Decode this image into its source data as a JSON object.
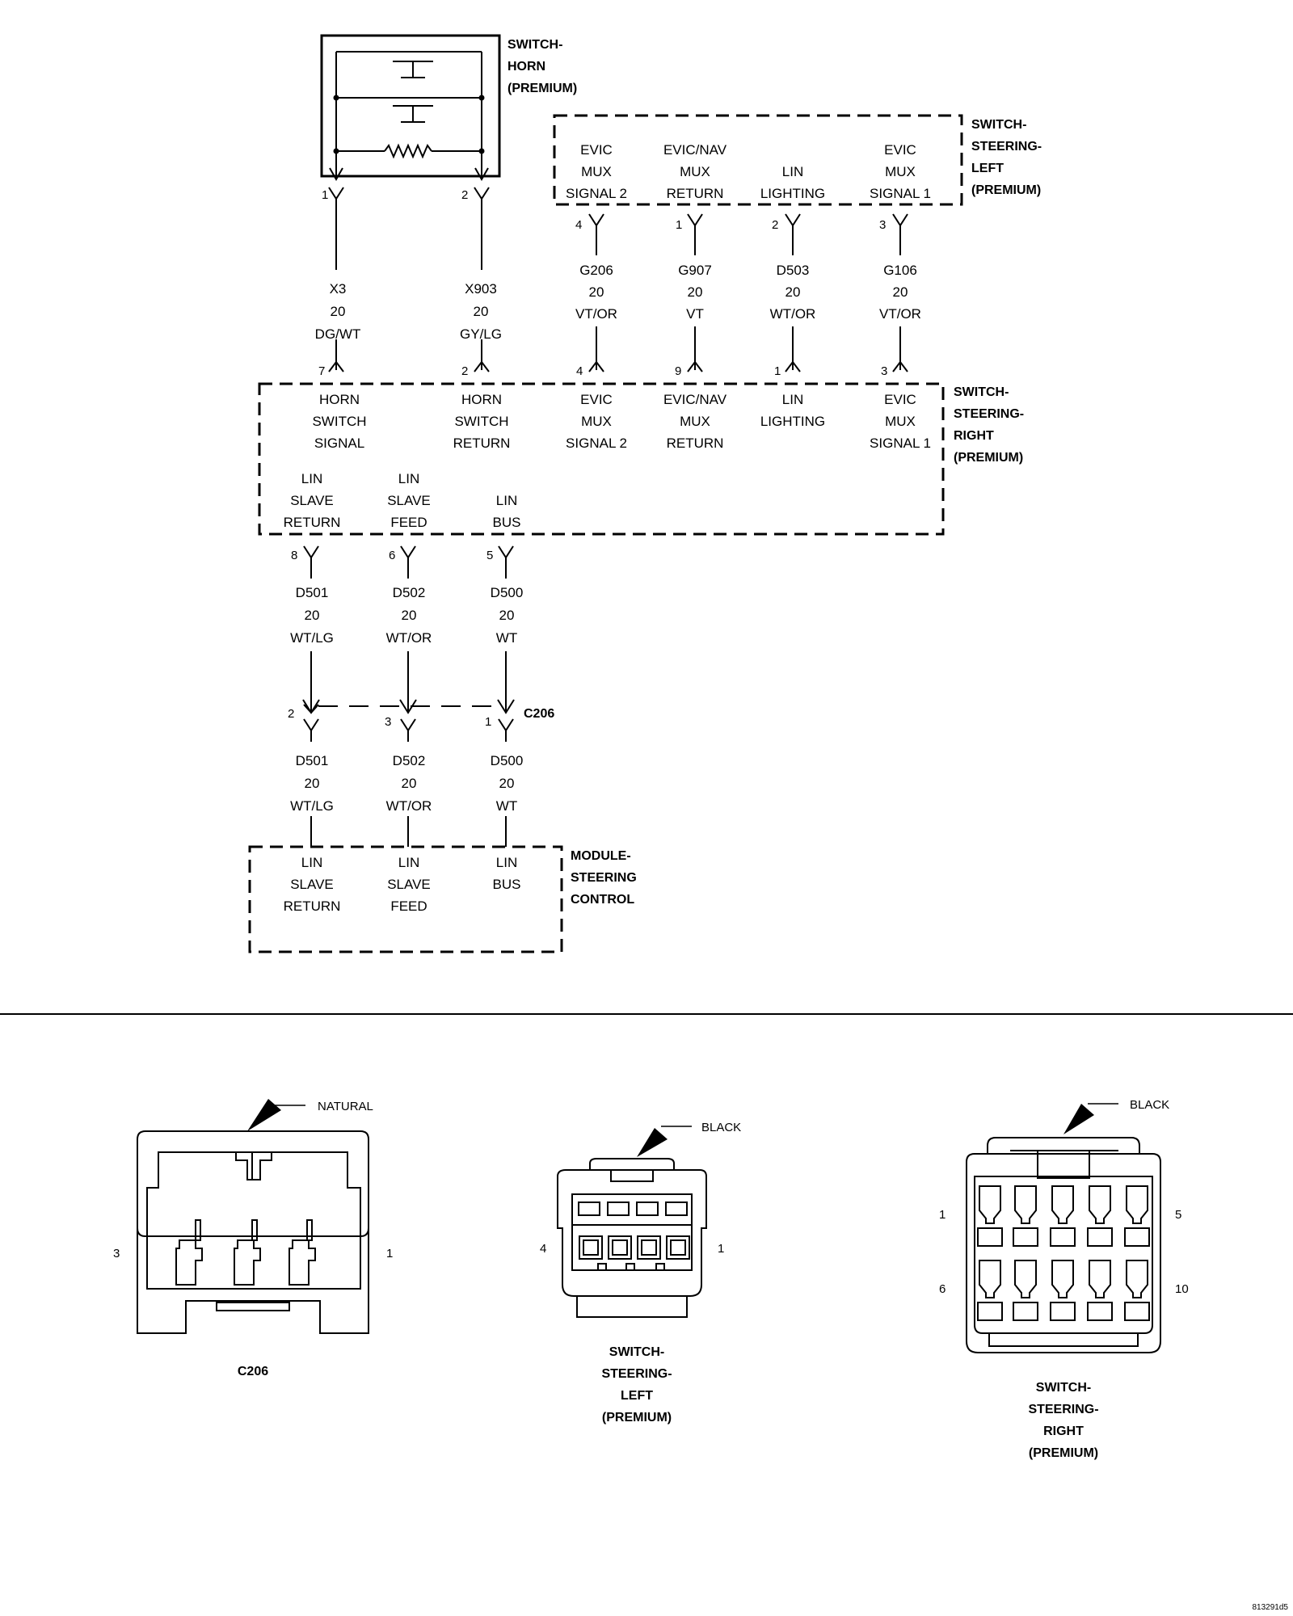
{
  "components": {
    "horn_switch": [
      "SWITCH-",
      "HORN",
      "(PREMIUM)"
    ],
    "ssl": [
      "SWITCH-",
      "STEERING-",
      "LEFT",
      "(PREMIUM)"
    ],
    "ssr": [
      "SWITCH-",
      "STEERING-",
      "RIGHT",
      "(PREMIUM)"
    ],
    "module": [
      "MODULE-",
      "STEERING",
      "CONTROL"
    ]
  },
  "horn_pins": [
    "1",
    "2"
  ],
  "horn_wires": [
    {
      "circuit": "X3",
      "gauge": "20",
      "color": "DG/WT",
      "ssr_pin": "7"
    },
    {
      "circuit": "X903",
      "gauge": "20",
      "color": "GY/LG",
      "ssr_pin": "2"
    }
  ],
  "ssl_pins": [
    {
      "label": [
        "EVIC",
        "MUX",
        "SIGNAL 2"
      ],
      "pin": "4",
      "circuit": "G206",
      "gauge": "20",
      "color": "VT/OR",
      "ssr_pin": "4"
    },
    {
      "label": [
        "EVIC/NAV",
        "MUX",
        "RETURN"
      ],
      "pin": "1",
      "circuit": "G907",
      "gauge": "20",
      "color": "VT",
      "ssr_pin": "9"
    },
    {
      "label": [
        "",
        "LIN",
        "LIGHTING"
      ],
      "pin": "2",
      "circuit": "D503",
      "gauge": "20",
      "color": "WT/OR",
      "ssr_pin": "1"
    },
    {
      "label": [
        "EVIC",
        "MUX",
        "SIGNAL 1"
      ],
      "pin": "3",
      "circuit": "G106",
      "gauge": "20",
      "color": "VT/OR",
      "ssr_pin": "3"
    }
  ],
  "ssr_top": [
    [
      "HORN",
      "SWITCH",
      "SIGNAL"
    ],
    [
      "HORN",
      "SWITCH",
      "RETURN"
    ],
    [
      "EVIC",
      "MUX",
      "SIGNAL 2"
    ],
    [
      "EVIC/NAV",
      "MUX",
      "RETURN"
    ],
    [
      "LIN",
      "LIGHTING",
      ""
    ],
    [
      "EVIC",
      "MUX",
      "SIGNAL 1"
    ]
  ],
  "ssr_bottom": [
    {
      "label": [
        "LIN",
        "SLAVE",
        "RETURN"
      ],
      "pin": "8",
      "circuit": "D501",
      "gauge": "20",
      "color": "WT/LG",
      "c206_pin": "2"
    },
    {
      "label": [
        "LIN",
        "SLAVE",
        "FEED"
      ],
      "pin": "6",
      "circuit": "D502",
      "gauge": "20",
      "color": "WT/OR",
      "c206_pin": "3"
    },
    {
      "label": [
        "",
        "LIN",
        "BUS"
      ],
      "pin": "5",
      "circuit": "D500",
      "gauge": "20",
      "color": "WT",
      "c206_pin": "1"
    }
  ],
  "c206": "C206",
  "module_pins": [
    {
      "label": [
        "LIN",
        "SLAVE",
        "RETURN"
      ],
      "circuit": "D501",
      "gauge": "20",
      "color": "WT/LG"
    },
    {
      "label": [
        "LIN",
        "SLAVE",
        "FEED"
      ],
      "circuit": "D502",
      "gauge": "20",
      "color": "WT/OR"
    },
    {
      "label": [
        "LIN",
        "BUS",
        ""
      ],
      "circuit": "D500",
      "gauge": "20",
      "color": "WT"
    }
  ],
  "connector_views": {
    "c206": {
      "color": "NATURAL",
      "title": [
        "C206"
      ],
      "pin_left": "3",
      "pin_right": "1"
    },
    "ssl": {
      "color": "BLACK",
      "title": [
        "SWITCH-",
        "STEERING-",
        "LEFT",
        "(PREMIUM)"
      ],
      "pin_left": "4",
      "pin_right": "1"
    },
    "ssr": {
      "color": "BLACK",
      "title": [
        "SWITCH-",
        "STEERING-",
        "RIGHT",
        "(PREMIUM)"
      ],
      "pins": [
        "1",
        "5",
        "6",
        "10"
      ]
    }
  },
  "figure_id": "813291d5"
}
